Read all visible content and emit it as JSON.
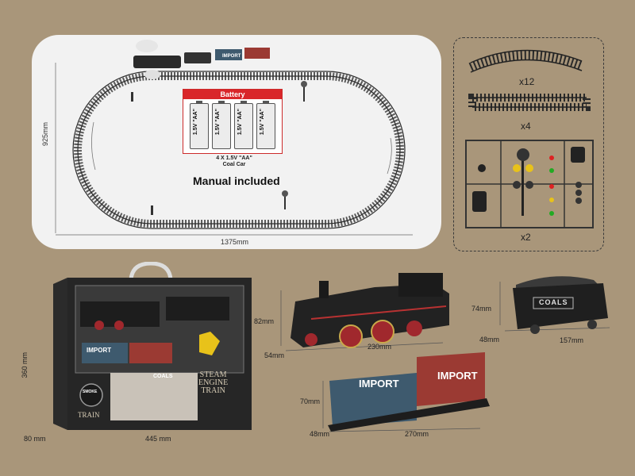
{
  "track_layout": {
    "width_label": "1375mm",
    "height_label": "925mm",
    "battery_title": "Battery",
    "battery_cells": [
      "1.5V \"AA\"",
      "1.5V \"AA\"",
      "1.5V \"AA\"",
      "1.5V \"AA\""
    ],
    "battery_caption_line1": "4 X 1.5V \"AA\"",
    "battery_caption_line2": "Coal Car",
    "manual_text": "Manual included",
    "train_import_label": "IMPORT"
  },
  "parts": {
    "curved_qty": "x12",
    "straight_qty": "x4",
    "signal_qty": "x2"
  },
  "box": {
    "brand_title_line1": "STEAM",
    "brand_title_line2": "ENGINE",
    "brand_title_line3": "TRAIN",
    "smoke_badge": "SMOKE",
    "bottom_label": "TRAIN",
    "height_label": "360 mm",
    "width_label": "445 mm",
    "depth_label": "80 mm",
    "coal_label": "COALS",
    "import_label": "IMPORT"
  },
  "locomotive": {
    "height_label": "82mm",
    "length_label": "230mm",
    "depth_label": "54mm"
  },
  "coal_car": {
    "label": "COALS",
    "height_label": "74mm",
    "length_label": "157mm",
    "depth_label": "48mm"
  },
  "container_car": {
    "label_left": "IMPORT",
    "label_right": "IMPORT",
    "height_label": "70mm",
    "length_label": "270mm",
    "depth_label": "48mm"
  },
  "colors": {
    "background": "#a9967a",
    "battery_red": "#d9262a",
    "container_blue": "#3e5a6e",
    "container_red": "#9b3a33"
  }
}
